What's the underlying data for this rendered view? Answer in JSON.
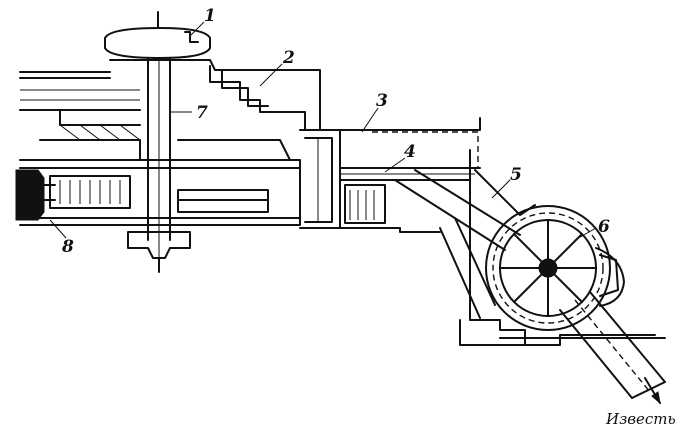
{
  "figure": {
    "callouts": [
      "1",
      "2",
      "3",
      "4",
      "5",
      "6",
      "7",
      "8"
    ],
    "outlet_label": "Известь"
  },
  "colors": {
    "ink": "#111111",
    "paper": "#ffffff"
  }
}
